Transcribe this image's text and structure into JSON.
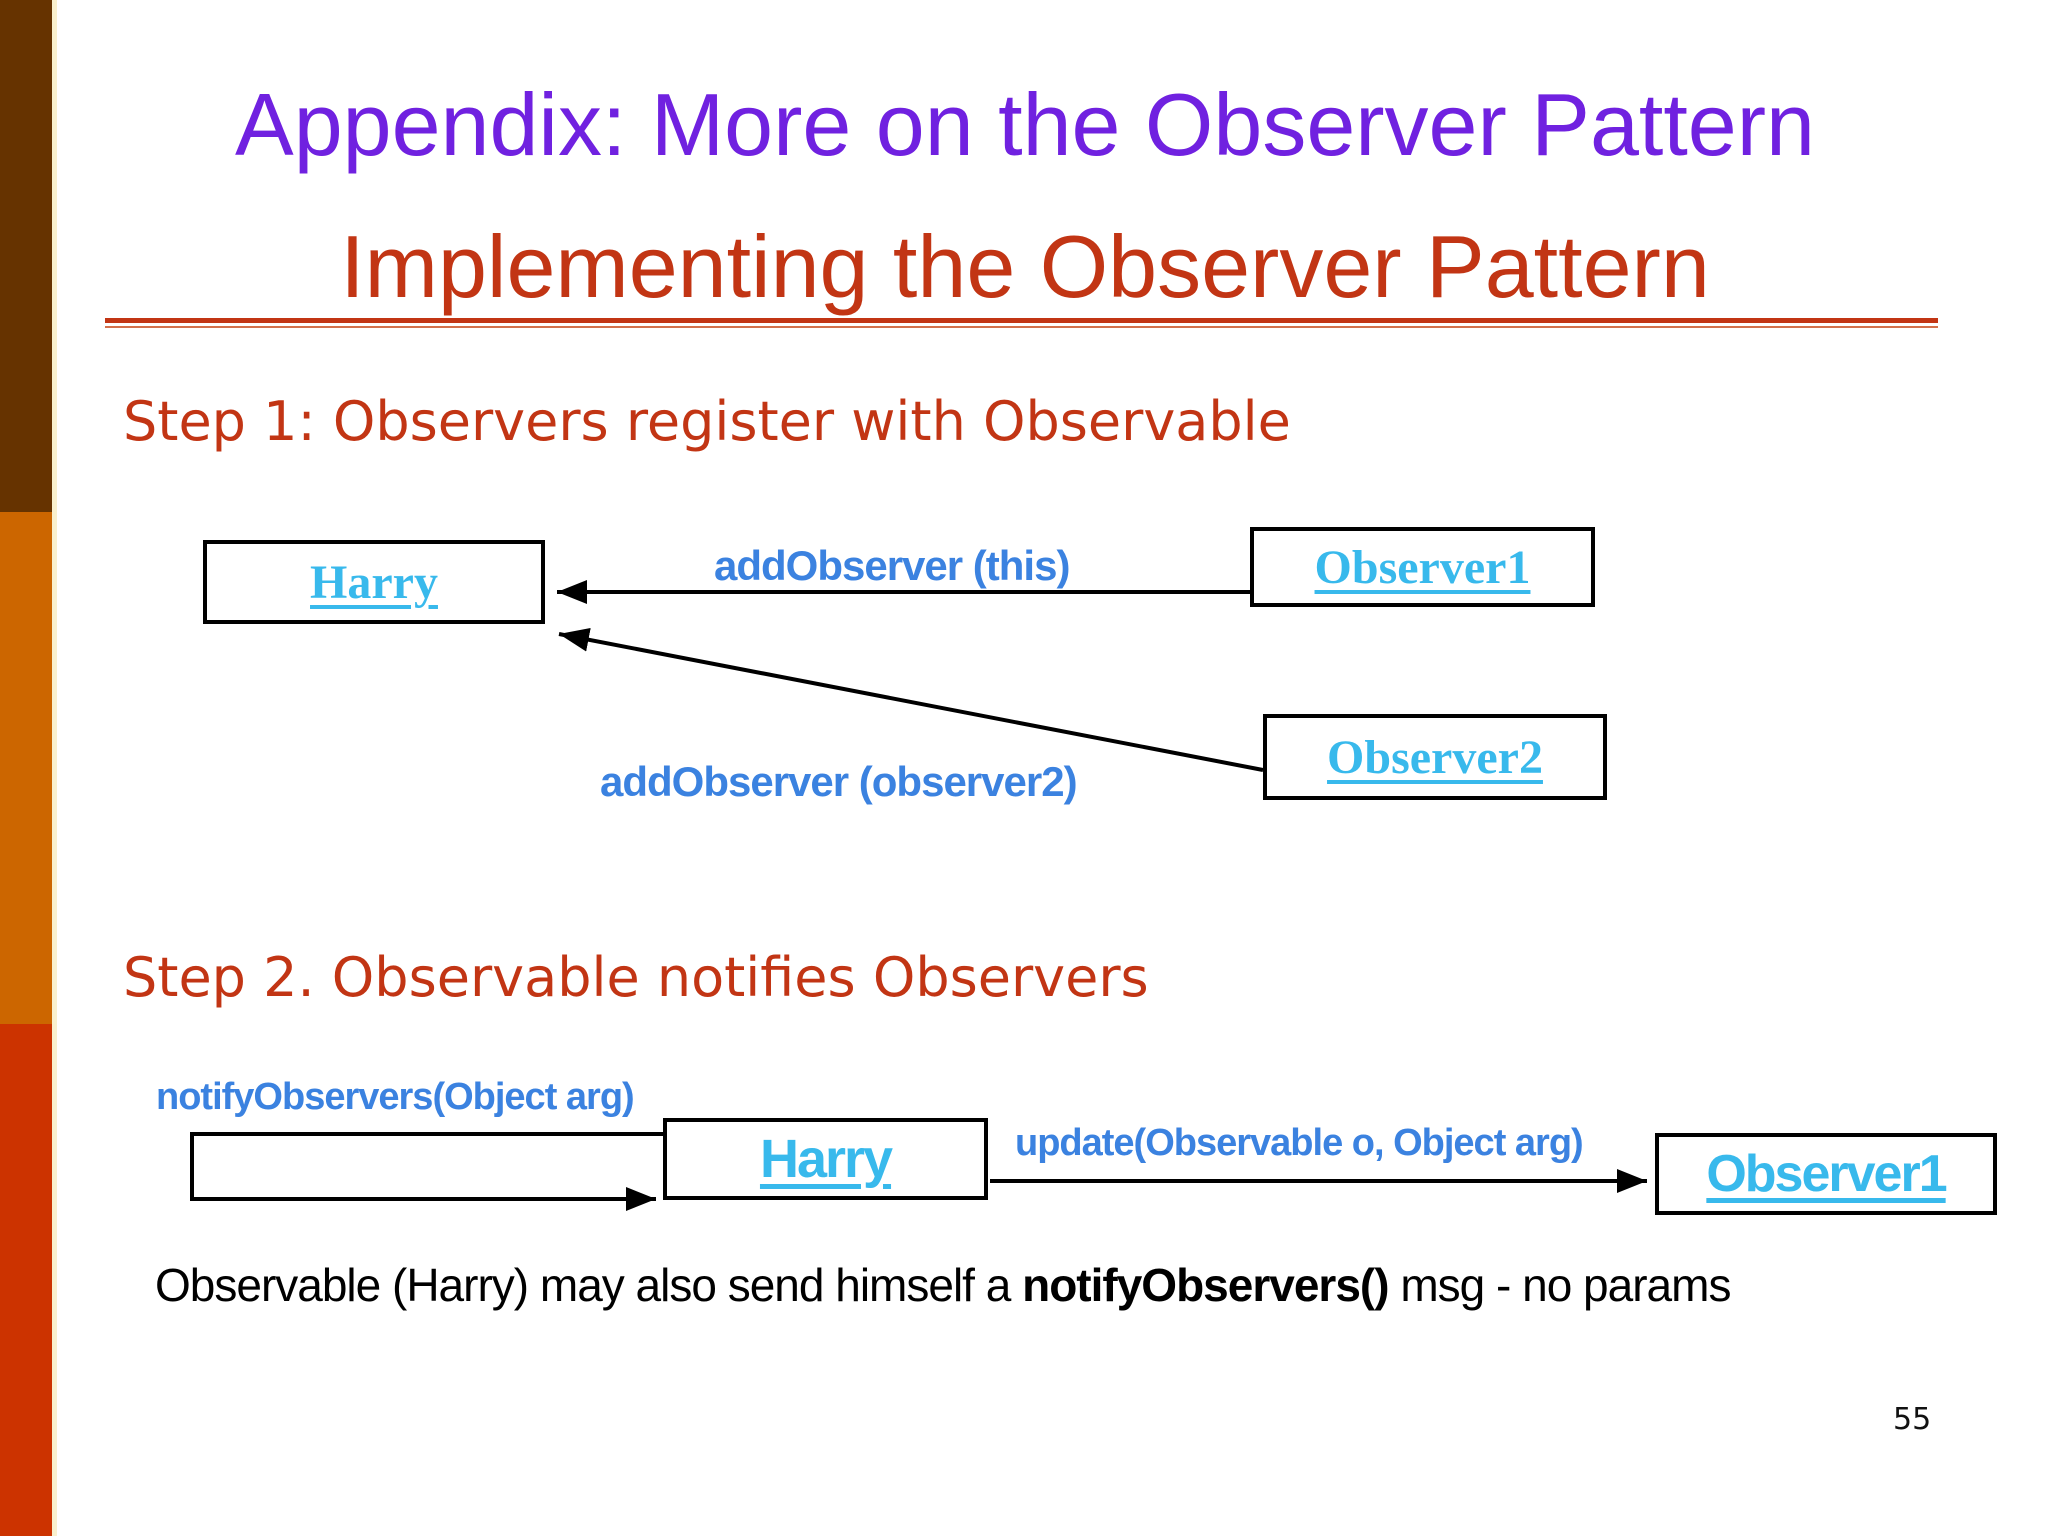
{
  "colors": {
    "accent_purple": "#7021e0",
    "accent_red": "#c23514",
    "label_blue": "#3b82e0",
    "link_cyan": "#38b9ec",
    "sidebar_brown": "#663300",
    "sidebar_orange": "#cc6600",
    "sidebar_red": "#cc3300",
    "sidebar_cream": "#f9f0cd"
  },
  "title": {
    "line1": "Appendix: More on the Observer Pattern",
    "line2": "Implementing the Observer Pattern"
  },
  "step1": {
    "heading": "Step 1: Observers register with Observable",
    "observable_box": "Harry",
    "observer1_box": "Observer1",
    "observer2_box": "Observer2",
    "arrow1_label": "addObserver (this)",
    "arrow2_label": "addObserver (observer2)"
  },
  "step2": {
    "heading": "Step 2. Observable notifies Observers",
    "self_msg_label": "notifyObservers(Object arg)",
    "observable_box": "Harry",
    "update_msg_label": "update(Observable o, Object arg)",
    "observer1_box": "Observer1",
    "note_prefix": "Observable (Harry) may also send himself a ",
    "note_bold": "notifyObservers()",
    "note_suffix": " msg - no params"
  },
  "page_number": "55"
}
